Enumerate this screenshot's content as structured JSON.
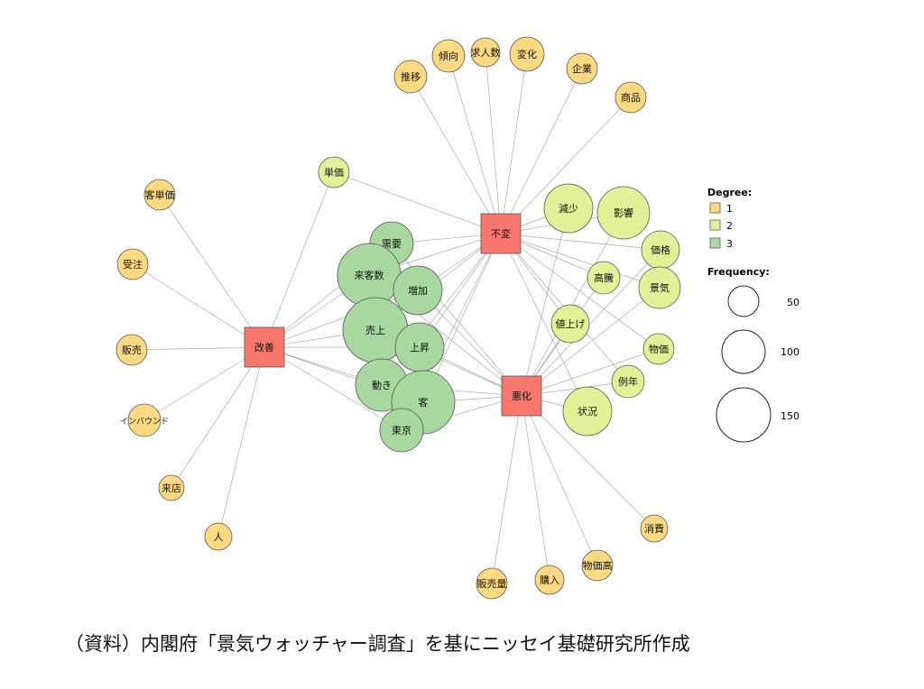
{
  "colors": {
    "degree1": "#FDD982",
    "degree2": "#E2F098",
    "degree3": "#A8D8A0",
    "hub": "#F8776C",
    "edge": "#AAAAAA",
    "stroke": "#555555"
  },
  "hubs": [
    "改善",
    "不変",
    "悪化"
  ],
  "nodes": [
    {
      "label": "推移",
      "degree": 1,
      "links": [
        "不変"
      ]
    },
    {
      "label": "傾向",
      "degree": 1,
      "links": [
        "不変"
      ]
    },
    {
      "label": "求人数",
      "degree": 1,
      "links": [
        "不変"
      ]
    },
    {
      "label": "変化",
      "degree": 1,
      "links": [
        "不変"
      ]
    },
    {
      "label": "企業",
      "degree": 1,
      "links": [
        "不変"
      ]
    },
    {
      "label": "商品",
      "degree": 1,
      "links": [
        "不変"
      ]
    },
    {
      "label": "客単価",
      "degree": 1,
      "links": [
        "改善"
      ]
    },
    {
      "label": "受注",
      "degree": 1,
      "links": [
        "改善"
      ]
    },
    {
      "label": "販売",
      "degree": 1,
      "links": [
        "改善"
      ]
    },
    {
      "label": "インバウンド",
      "degree": 1,
      "links": [
        "改善"
      ]
    },
    {
      "label": "来店",
      "degree": 1,
      "links": [
        "改善"
      ]
    },
    {
      "label": "人",
      "degree": 1,
      "links": [
        "改善"
      ]
    },
    {
      "label": "消費",
      "degree": 1,
      "links": [
        "悪化"
      ]
    },
    {
      "label": "物価高",
      "degree": 1,
      "links": [
        "悪化"
      ]
    },
    {
      "label": "購入",
      "degree": 1,
      "links": [
        "悪化"
      ]
    },
    {
      "label": "販売量",
      "degree": 1,
      "links": [
        "悪化"
      ]
    },
    {
      "label": "単価",
      "degree": 2,
      "links": [
        "改善",
        "不変"
      ]
    },
    {
      "label": "減少",
      "degree": 2,
      "links": [
        "不変",
        "悪化"
      ]
    },
    {
      "label": "影響",
      "degree": 2,
      "links": [
        "不変",
        "悪化"
      ]
    },
    {
      "label": "価格",
      "degree": 2,
      "links": [
        "不変",
        "悪化"
      ]
    },
    {
      "label": "高騰",
      "degree": 2,
      "links": [
        "不変",
        "悪化"
      ]
    },
    {
      "label": "景気",
      "degree": 2,
      "links": [
        "不変",
        "悪化"
      ]
    },
    {
      "label": "値上げ",
      "degree": 2,
      "links": [
        "不変",
        "悪化"
      ]
    },
    {
      "label": "物価",
      "degree": 2,
      "links": [
        "不変",
        "悪化"
      ]
    },
    {
      "label": "例年",
      "degree": 2,
      "links": [
        "不変",
        "悪化"
      ]
    },
    {
      "label": "状況",
      "degree": 2,
      "links": [
        "不変",
        "悪化"
      ]
    },
    {
      "label": "需要",
      "degree": 3,
      "links": [
        "改善",
        "不変",
        "悪化"
      ]
    },
    {
      "label": "来客数",
      "degree": 3,
      "links": [
        "改善",
        "不変",
        "悪化"
      ]
    },
    {
      "label": "増加",
      "degree": 3,
      "links": [
        "改善",
        "不変",
        "悪化"
      ]
    },
    {
      "label": "売上",
      "degree": 3,
      "links": [
        "改善",
        "不変",
        "悪化"
      ]
    },
    {
      "label": "上昇",
      "degree": 3,
      "links": [
        "改善",
        "不変",
        "悪化"
      ]
    },
    {
      "label": "動き",
      "degree": 3,
      "links": [
        "改善",
        "不変",
        "悪化"
      ]
    },
    {
      "label": "客",
      "degree": 3,
      "links": [
        "改善",
        "不変",
        "悪化"
      ]
    },
    {
      "label": "東京",
      "degree": 3,
      "links": [
        "改善",
        "不変",
        "悪化"
      ]
    }
  ],
  "legend": {
    "degree_title": "Degree:",
    "degree_items": [
      "1",
      "2",
      "3"
    ],
    "frequency_title": "Frequency:",
    "frequency_items": [
      "50",
      "100",
      "150"
    ]
  },
  "caption": "（資料）内閣府「景気ウォッチャー調査」を基にニッセイ基礎研究所作成"
}
